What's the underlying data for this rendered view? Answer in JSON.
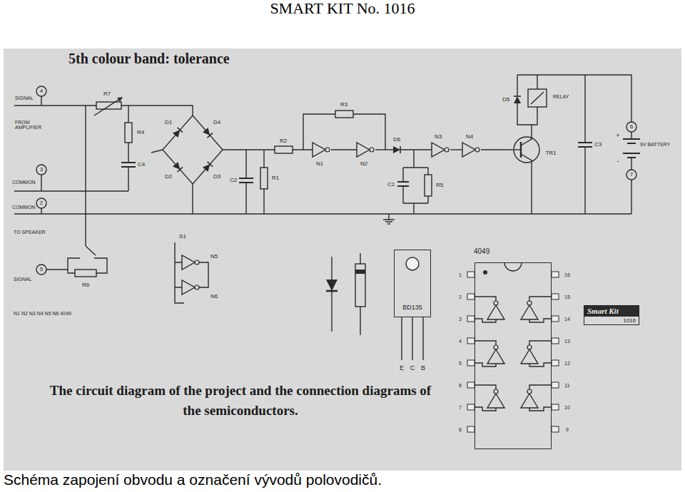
{
  "diagram": {
    "title": "SMART KIT No. 1016",
    "caption": "Schéma zapojení obvodu a označení vývodů polovodičů.",
    "nodes": [
      {
        "text": [
          "BD135"
        ]
      },
      {
        "text": [
          "4049"
        ]
      },
      {
        "text": [
          "Smart Kit",
          "1016"
        ]
      }
    ],
    "labels": [
      "5th colour band: tolerance",
      "4",
      "SIGNAL",
      "R7",
      "R4",
      "C4",
      "FROM AMPLIFIER",
      "D1",
      "D4",
      "D2",
      "D3",
      "3",
      "COMMON",
      "2",
      "COMMON",
      "C2",
      "R1",
      "R2",
      "R3",
      "N1",
      "N2",
      "D6",
      "C1",
      "R5",
      "N3",
      "N4",
      "TR1",
      "D5",
      "RELAY",
      "C3",
      "+",
      "6",
      "9V BATTERY",
      "-",
      "7",
      "TO SPEAKER",
      "5",
      "SIGNAL",
      "R6",
      "S1",
      "N5",
      "N6",
      "N1 N2 N3 N4 N5 N6 4049",
      "E",
      "C",
      "B",
      "The circuit diagram of the project and the connection diagrams of the semiconductors.",
      "1",
      "2",
      "3",
      "4",
      "5",
      "6",
      "7",
      "8",
      "9",
      "10",
      "11",
      "12",
      "13",
      "14",
      "15",
      "16"
    ]
  }
}
